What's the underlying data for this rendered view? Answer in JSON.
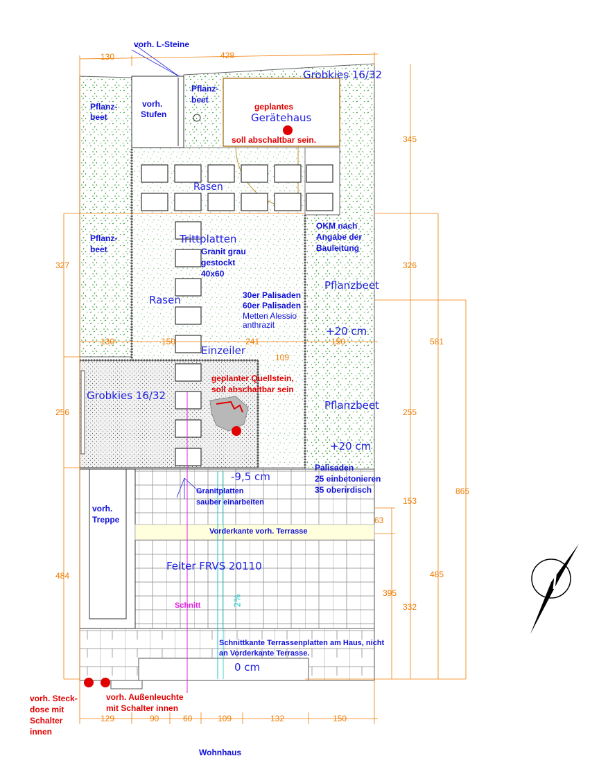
{
  "dims_top": {
    "d1": "130",
    "d2": "428"
  },
  "dims_mid": {
    "d1": "130",
    "d2": "150",
    "d3": "241",
    "d4": "150",
    "d5": "109"
  },
  "dims_bottom": {
    "d1": "129",
    "d2": "90",
    "d3": "60",
    "d4": "109",
    "d5": "132",
    "d6": "150"
  },
  "dims_left": {
    "d1": "327",
    "d2": "256",
    "d3": "484"
  },
  "dims_right": {
    "d1": "345",
    "d2": "326",
    "d3": "581",
    "d4": "255",
    "d5": "865",
    "d6": "153",
    "d7": "63",
    "d8": "485",
    "d9": "395",
    "d10": "332"
  },
  "labels": {
    "l_steine": "vorh. L-Steine",
    "grobkies_top": "Grobkies 16/32",
    "pflanzbeet_a1": "Pflanz-",
    "pflanzbeet_a2": "beet",
    "stufen1": "vorh.",
    "stufen2": "Stufen",
    "pflanzbeet_b1": "Pflanz-",
    "pflanzbeet_b2": "beet",
    "geraetehaus": "Gerätehaus",
    "rasen_top": "Rasen",
    "pflanzbeet_c1": "Pflanz-",
    "pflanzbeet_c2": "beet",
    "okm1": "OKM nach",
    "okm2": "Angabe der",
    "okm3": "Bauleitung",
    "trittplatten": "Trittplatten",
    "granit1": "Granit grau",
    "granit2": "gestockt",
    "granit3": "40x60",
    "rasen_mid": "Rasen",
    "pal1": "30er Palisaden",
    "pal2": "60er Palisaden",
    "pal3": "Metten Alessio",
    "pal4": "anthrazit",
    "pflanzbeet_r1": "Pflanzbeet",
    "plus20_1": "+20  cm",
    "einzeiler": "Einzeiler",
    "grobkies_mid": "Grobkies 16/32",
    "pflanzbeet_r2": "Pflanzbeet",
    "plus20_2": "+20  cm",
    "minus95": "-9,5  cm",
    "palis1": "Palisaden",
    "palis2": "25 einbetonieren",
    "palis3": "35 oberirdisch",
    "granitplatten1": "Granitplatten",
    "granitplatten2": "sauber einarbeiten",
    "treppe1": "vorh.",
    "treppe2": "Treppe",
    "vorderkante": "Vorderkante vorh. Terrasse",
    "feiter": "Feiter FRVS 20110",
    "schnittkante1": "Schnittkante Terrassenplatten am Haus, nicht",
    "schnittkante2": "an Vorderkante Terrasse.",
    "zero_cm": "0  cm",
    "schnitt": "Schnitt",
    "schnitt_mark": "2%",
    "wohnhaus": "Wohnhaus"
  },
  "red_notes": {
    "geplantes": "geplantes",
    "abschaltbar1": "soll abschaltbar sein.",
    "quellstein1": "geplanter Quellstein,",
    "quellstein2": "soll abschaltbar sein",
    "steck1": "vorh. Steck-",
    "steck2": "dose mit",
    "steck3": "Schalter",
    "steck4": "innen",
    "aussen1": "vorh. Außenleuchte",
    "aussen2": "mit Schalter innen"
  },
  "colors": {
    "dimension": "#f07b00",
    "label_blue": "#1010d8",
    "note_red": "#e00000",
    "lawn_dots": "#3aa03a",
    "section_magenta": "#e020e0",
    "level_cyan": "#10c8d0"
  },
  "icons": {
    "north": "north-arrow-icon"
  }
}
